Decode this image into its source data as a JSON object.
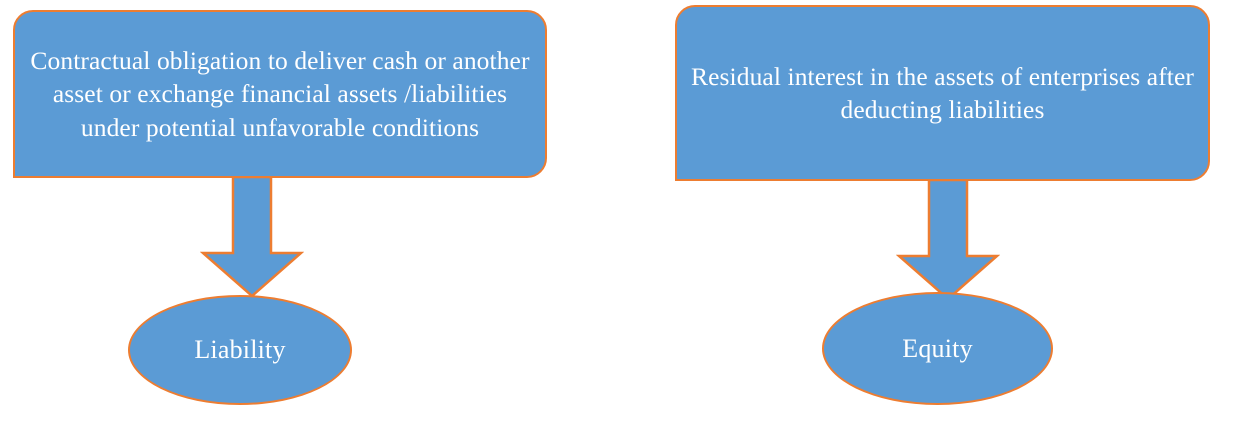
{
  "theme": {
    "shape_fill": "#5B9BD5",
    "shape_border": "#ED7D31",
    "text_color": "#FFFFFF",
    "background": "#FFFFFF"
  },
  "flows": [
    {
      "id": "liability",
      "definition": "Contractual obligation to deliver cash or another asset or exchange financial assets /liabilities under potential unfavorable conditions",
      "arrow": "down-arrow-icon",
      "result": "Liability"
    },
    {
      "id": "equity",
      "definition": "Residual interest in the assets of enterprises after deducting liabilities",
      "arrow": "down-arrow-icon",
      "result": "Equity"
    }
  ]
}
